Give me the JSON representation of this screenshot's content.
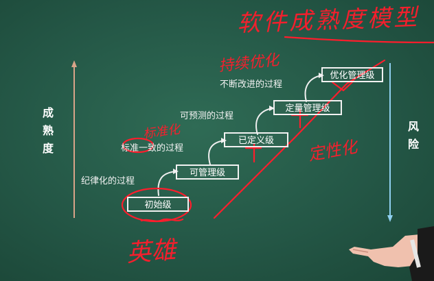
{
  "axes": {
    "left_label": [
      "成",
      "熟",
      "度"
    ],
    "right_label": [
      "风",
      "险"
    ]
  },
  "levels": [
    {
      "name": "初始级"
    },
    {
      "name": "可管理级"
    },
    {
      "name": "已定义级"
    },
    {
      "name": "定量管理级"
    },
    {
      "name": "优化管理级"
    }
  ],
  "transitions": [
    "纪律化的过程",
    "标准一致的过程",
    "可预测的过程",
    "不断改进的过程"
  ],
  "handwritten": {
    "top": "软件成熟度模型",
    "level5_note": "持续优化",
    "level3_note": "标准化",
    "right_note": "定性化",
    "bottom_note": "英雄"
  },
  "colors": {
    "board": "#245746",
    "chalk": "#f2f2f2",
    "red_marker": "#ff1d2c",
    "left_arrow": "#d9a489",
    "right_arrow": "#8fd0f0"
  },
  "icons": {
    "hand": "pointing-hand"
  }
}
